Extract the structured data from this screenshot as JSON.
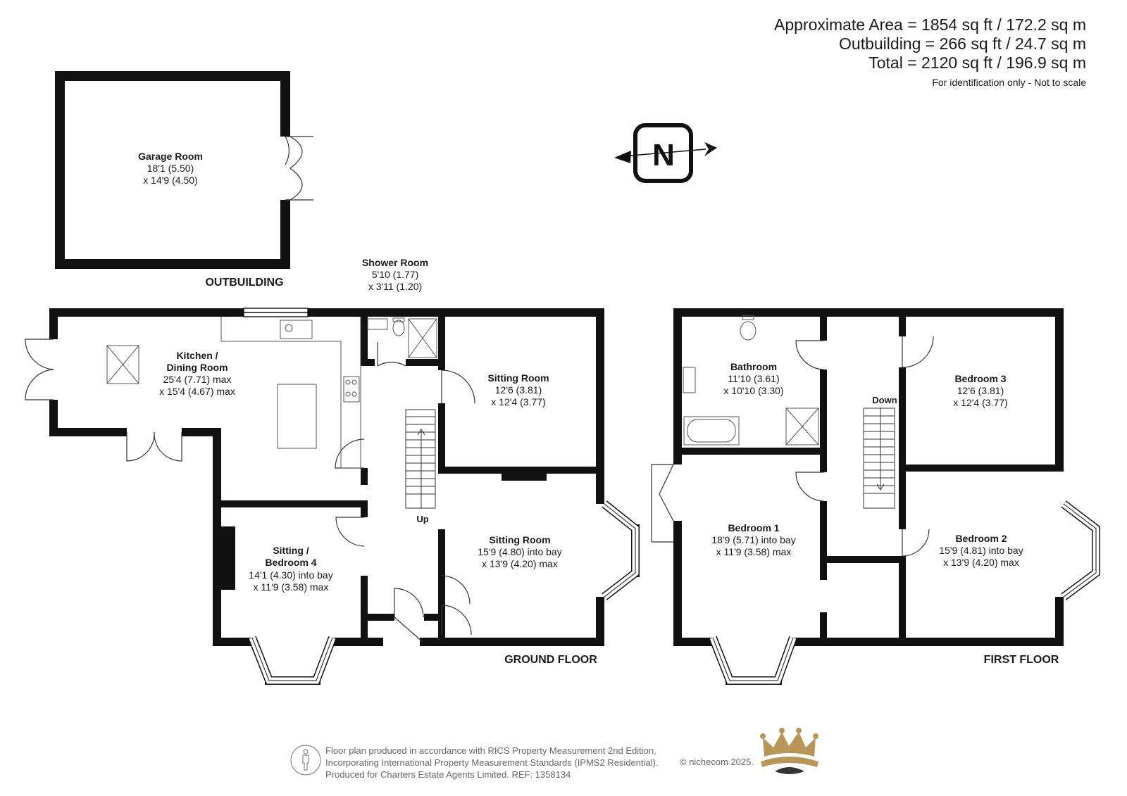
{
  "areas": {
    "approximate": "Approximate Area = 1854 sq ft / 172.2 sq m",
    "outbuilding": "Outbuilding = 266 sq ft / 24.7 sq m",
    "total": "Total = 2120 sq ft / 196.9 sq m",
    "note": "For identification only - Not to scale"
  },
  "compass": {
    "letter": "N",
    "icon": "north-compass-icon"
  },
  "outbuilding": {
    "label": "OUTBUILDING",
    "garage": {
      "name": "Garage Room",
      "dim1": "18'1 (5.50)",
      "dim2": "x 14'9 (4.50)"
    }
  },
  "ground_floor": {
    "label": "GROUND FLOOR",
    "rooms": {
      "shower": {
        "name": "Shower Room",
        "dim1": "5'10 (1.77)",
        "dim2": "x 3'11 (1.20)"
      },
      "kitchen": {
        "name1": "Kitchen /",
        "name2": "Dining Room",
        "dim1": "25'4 (7.71) max",
        "dim2": "x 15'4 (4.67) max"
      },
      "sitting_front": {
        "name": "Sitting Room",
        "dim1": "12'6 (3.81)",
        "dim2": "x 12'4 (3.77)"
      },
      "sitting_bay": {
        "name": "Sitting Room",
        "dim1": "15'9 (4.80) into bay",
        "dim2": "x 13'9 (4.20) max"
      },
      "bedroom4": {
        "name1": "Sitting /",
        "name2": "Bedroom 4",
        "dim1": "14'1 (4.30) into bay",
        "dim2": "x 11'9 (3.58) max"
      }
    },
    "stairs_label": "Up"
  },
  "first_floor": {
    "label": "FIRST FLOOR",
    "rooms": {
      "bathroom": {
        "name": "Bathroom",
        "dim1": "11'10 (3.61)",
        "dim2": "x 10'10 (3.30)"
      },
      "bedroom3": {
        "name": "Bedroom 3",
        "dim1": "12'6 (3.81)",
        "dim2": "x 12'4 (3.77)"
      },
      "bedroom1": {
        "name": "Bedroom 1",
        "dim1": "18'9 (5.71) into bay",
        "dim2": "x 11'9 (3.58) max"
      },
      "bedroom2": {
        "name": "Bedroom 2",
        "dim1": "15'9 (4.81) into bay",
        "dim2": "x 13'9 (4.20) max"
      }
    },
    "stairs_label": "Down"
  },
  "footer": {
    "line1": "Floor plan produced in accordance with RICS Property Measurement 2nd Edition,",
    "line2": "Incorporating International Property Measurement Standards (IPMS2 Residential).",
    "line3": "Produced for Charters Estate Agents Limited.   REF: 1358134",
    "copyright": "© nichecom 2025.",
    "person_icon": "person-icon",
    "logo": "crown-logo"
  },
  "colors": {
    "wall": "#111111",
    "text": "#1a1a1a",
    "footer_text": "#666666",
    "logo_gold": "#b8965a",
    "fixture": "#555555"
  }
}
